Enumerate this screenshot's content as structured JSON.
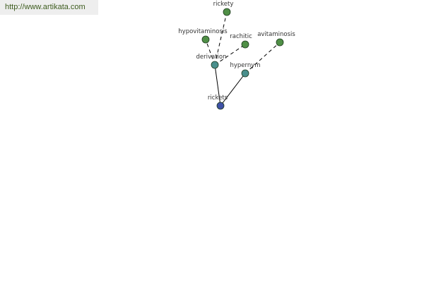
{
  "watermark": {
    "url": "http://www.artikata.com"
  },
  "graph": {
    "colors": {
      "root": "#3f51a6",
      "relation": "#4a8f8c",
      "word": "#4f8f46",
      "stroke": "#1e3a1e",
      "edge": "#000000"
    },
    "nodes": [
      {
        "id": "rickets",
        "label": "rickets",
        "kind": "root"
      },
      {
        "id": "derivation",
        "label": "derivation",
        "kind": "relation"
      },
      {
        "id": "hypernym",
        "label": "hypernym",
        "kind": "relation"
      },
      {
        "id": "rickety",
        "label": "rickety",
        "kind": "word"
      },
      {
        "id": "hypovitaminosis",
        "label": "hypovitaminosis",
        "kind": "word"
      },
      {
        "id": "rachitic",
        "label": "rachitic",
        "kind": "word"
      },
      {
        "id": "avitaminosis",
        "label": "avitaminosis",
        "kind": "word"
      }
    ],
    "edges": [
      {
        "from": "rickets",
        "to": "derivation",
        "style": "solid"
      },
      {
        "from": "rickets",
        "to": "hypernym",
        "style": "solid"
      },
      {
        "from": "derivation",
        "to": "rickety",
        "style": "dashed"
      },
      {
        "from": "derivation",
        "to": "hypovitaminosis",
        "style": "dashed"
      },
      {
        "from": "derivation",
        "to": "rachitic",
        "style": "dashed"
      },
      {
        "from": "hypernym",
        "to": "avitaminosis",
        "style": "dashed"
      }
    ]
  }
}
